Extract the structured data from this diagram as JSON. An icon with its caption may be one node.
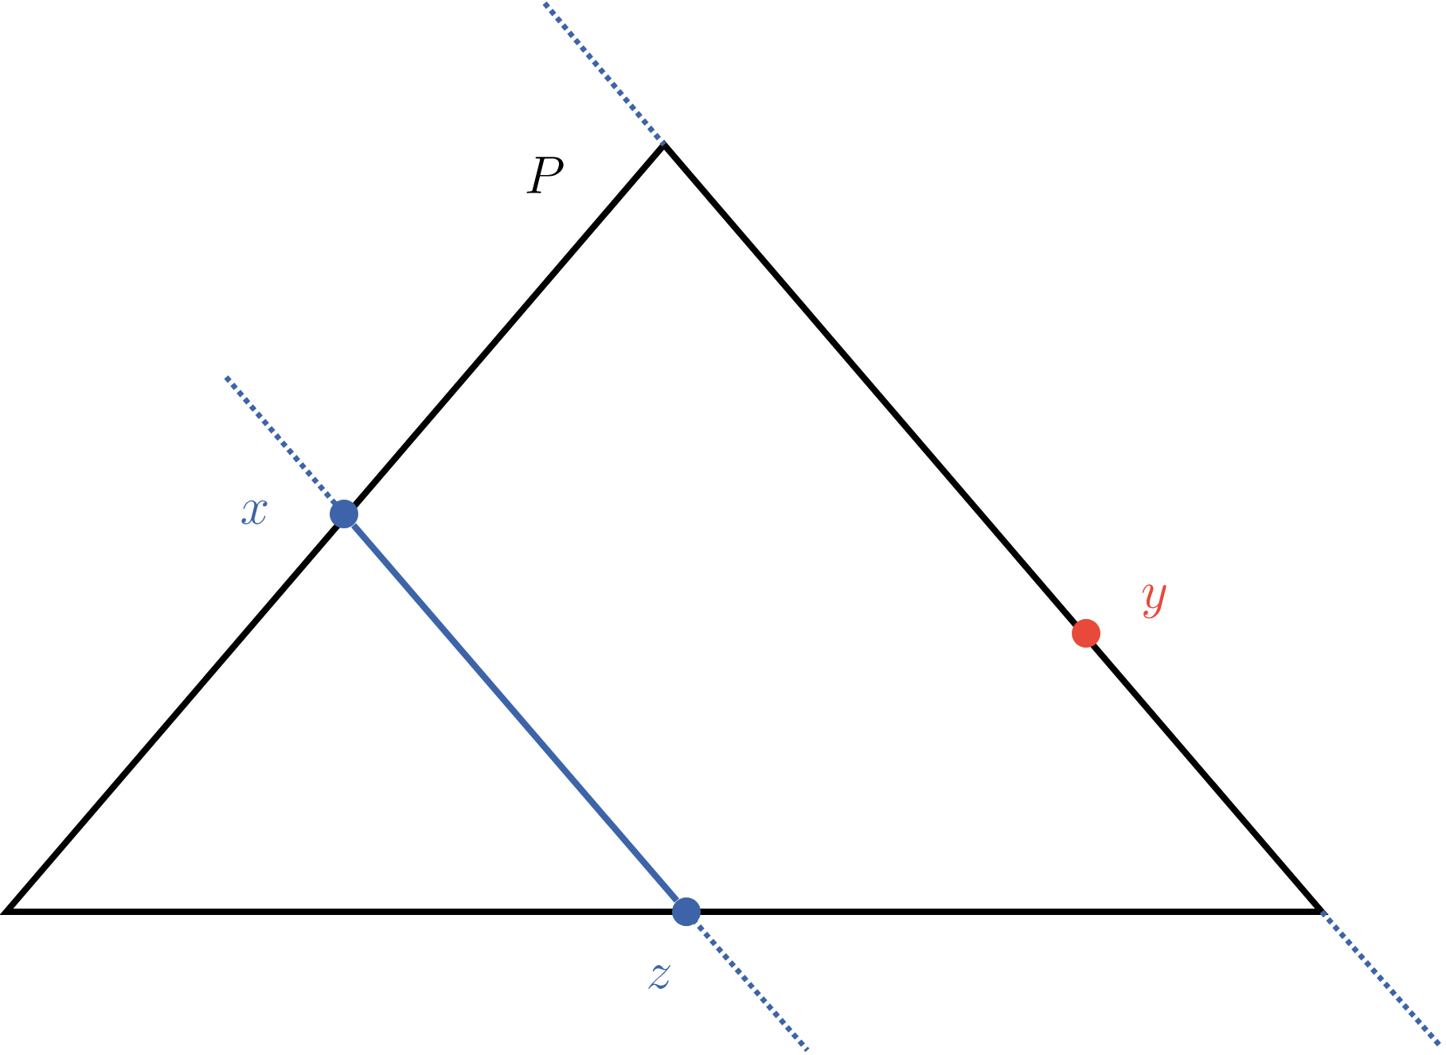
{
  "diagram": {
    "nodes": [
      {
        "text": [],
        "shape": "circle",
        "beside": [
          "x"
        ]
      },
      {
        "text": [],
        "shape": "circle",
        "beside": [
          "y"
        ]
      },
      {
        "text": [],
        "shape": "circle",
        "beside": [
          "z"
        ]
      }
    ],
    "edges": [
      {
        "from": 0,
        "to": 2,
        "arrow": "none",
        "color": "#3d64a8"
      }
    ],
    "labels": [
      "P"
    ]
  }
}
